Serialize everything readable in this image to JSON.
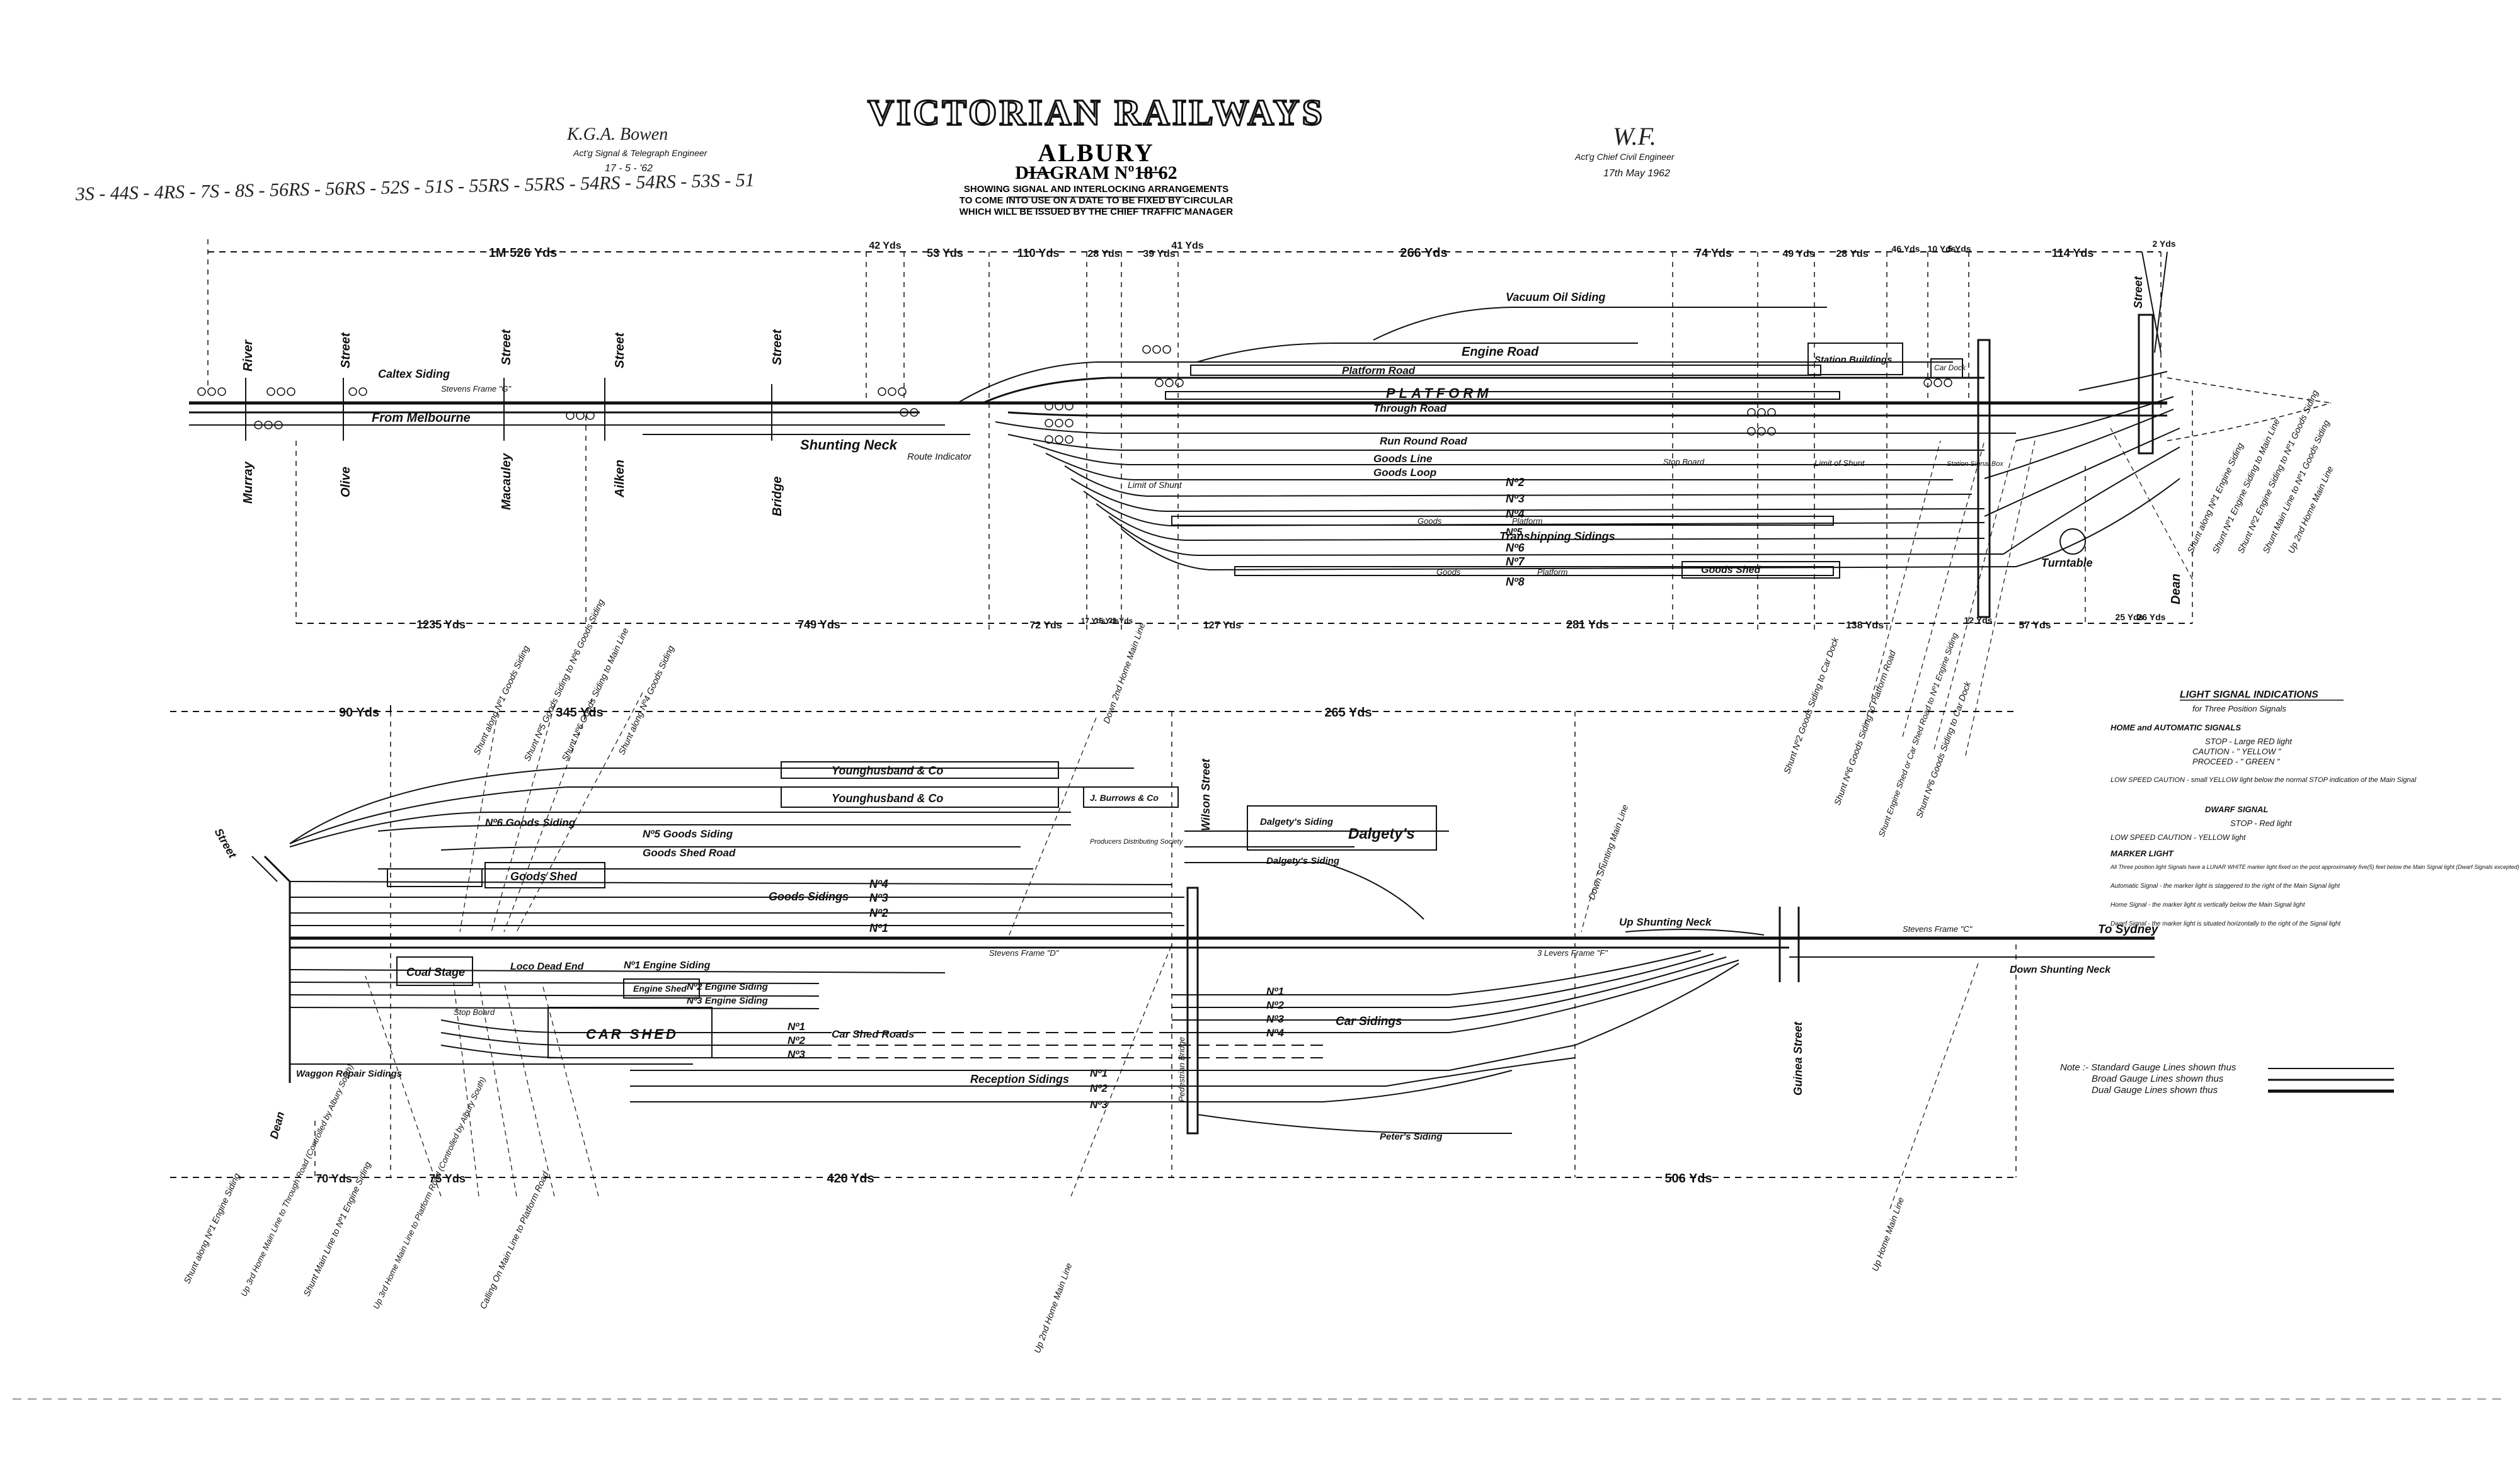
{
  "header": {
    "title": "VICTORIAN RAILWAYS",
    "place": "ALBURY",
    "diagram": "DIAGRAM Nº18'62",
    "sub1": "SHOWING SIGNAL AND INTERLOCKING ARRANGEMENTS",
    "sub2": "TO COME INTO USE ON A DATE TO BE FIXED BY CIRCULAR",
    "sub3": "WHICH WILL BE ISSUED BY THE CHIEF TRAFFIC MANAGER",
    "left_sig": "K.G.A. Bowen",
    "left_role": "Act'g Signal & Telegraph Engineer",
    "left_date": "17 - 5 - '62",
    "right_sig": "W.F.",
    "right_role": "Act'g Chief Civil Engineer",
    "right_date": "17th May 1962",
    "pencil": "3S - 44S - 4RS - 7S - 8S - 56RS - 56RS - 52S - 51S - 55RS - 55RS - 54RS - 54RS - 53S - 51"
  },
  "top": {
    "dims_top": [
      "1M 526 Yds",
      "42 Yds",
      "53 Yds",
      "110 Yds",
      "28 Yds",
      "39 Yds",
      "41 Yds",
      "266 Yds",
      "74 Yds",
      "49 Yds",
      "28 Yds",
      "46 Yds",
      "10 Yds",
      "5 Yds",
      "114 Yds",
      "2 Yds"
    ],
    "dims_bottom": [
      "1235 Yds",
      "749 Yds",
      "72 Yds",
      "17 Yds",
      "15 Yds",
      "21 Yds",
      "127 Yds",
      "281 Yds",
      "138 Yds",
      "12 Yds",
      "57 Yds",
      "25 Yds",
      "26 Yds"
    ],
    "streets": [
      "Murray",
      "River",
      "Olive",
      "Street",
      "Macauley",
      "Street",
      "Ailken",
      "Street",
      "Bridge",
      "Street",
      "Dean",
      "Street"
    ],
    "labels": {
      "caltex": "Caltex Siding",
      "stevens": "Stevens Frame \"G\"",
      "from_melb": "From Melbourne",
      "shunting_neck": "Shunting Neck",
      "route_ind": "Route Indicator",
      "vacuum": "Vacuum Oil Siding",
      "engine_road": "Engine Road",
      "platform_road": "Platform Road",
      "platform": "PLATFORM",
      "through_road": "Through Road",
      "run_round": "Run Round Road",
      "goods_line": "Goods Line",
      "goods_loop": "Goods Loop",
      "limit_shunt": "Limit of Shunt",
      "no2": "Nº2",
      "no3": "Nº3",
      "no4": "Nº4",
      "goods_plat": "Goods",
      "platform2": "Platform",
      "tranship": "Transhipping Sidings",
      "no5": "Nº5",
      "no6": "Nº6",
      "no7": "Nº7",
      "no8": "Nº8",
      "goods2": "Goods",
      "platform3": "Platform",
      "goods_shed": "Goods Shed",
      "station_bldg": "Station Buildings",
      "car_dock": "Car Dock",
      "stop_board": "Stop Board",
      "turntable": "Turntable",
      "station_box": "Station Signal Box",
      "limit_shunt2": "Limit of Shunt"
    }
  },
  "lower": {
    "dims_top": [
      "90 Yds",
      "345 Yds",
      "265 Yds"
    ],
    "dims_bottom": [
      "70 Yds",
      "75 Yds",
      "420 Yds",
      "506 Yds"
    ],
    "labels": {
      "young1": "Younghusband & Co",
      "young2": "Younghusband & Co",
      "burrows": "J. Burrows & Co",
      "producers": "Producers Distributing Society",
      "dalgety_siding": "Dalgety's Siding",
      "dalgety": "Dalgety's",
      "dalgety_siding2": "Dalgety's Siding",
      "no6_goods": "Nº6 Goods Siding",
      "no5_goods": "Nº5 Goods Siding",
      "goods_shed_road": "Goods Shed Road",
      "goods_shed": "Goods Shed",
      "goods_sidings": "Goods Sidings",
      "g_no4": "Nº4",
      "g_no3": "Nº3",
      "g_no2": "Nº2",
      "g_no1": "Nº1",
      "coal_stage": "Coal Stage",
      "loco_dead": "Loco Dead End",
      "eng1": "Nº1 Engine Siding",
      "eng2": "Nº2 Engine Siding",
      "eng3": "Nº3 Engine Siding",
      "engine_shed": "Engine Shed",
      "car_shed": "CAR SHED",
      "stop_board": "Stop Board",
      "waggon": "Waggon Repair Sidings",
      "c_no1": "Nº1",
      "c_no2": "Nº2",
      "c_no3": "Nº3",
      "car_shed_roads": "Car Shed Roads",
      "car_sidings": "Car Sidings",
      "cs_no1": "Nº1",
      "cs_no2": "Nº2",
      "cs_no3": "Nº3",
      "cs_no4": "Nº4",
      "reception": "Reception Sidings",
      "r_no1": "Nº1",
      "r_no2": "Nº2",
      "r_no3": "Nº3",
      "peters": "Peter's Siding",
      "stevens_d": "Stevens Frame \"D\"",
      "levers_frame": "3 Levers Frame \"F\"",
      "up_shunting": "Up Shunting Neck",
      "down_shunting_ml": "Down Shunting Main Line",
      "to_sydney": "To Sydney",
      "stevens_c": "Stevens Frame \"C\"",
      "down_shunting_neck": "Down Shunting Neck",
      "wilson": "Wilson Street",
      "guinea": "Guinea Street",
      "street_l": "Street",
      "dean_l": "Dean",
      "pedestrian": "Pedestrian Bridge",
      "up_main": "Up 2nd Home Main Line",
      "up_home_ml": "Up Home Main Line",
      "down_2nd_home": "Down 2nd Home Main Line"
    },
    "lead_labels": [
      "Shunt along Nº1 Goods Siding",
      "Shunt Nº5 Goods Siding to Nº6 Goods Siding",
      "Shunt Nº6 Goods Siding to Main Line",
      "Shunt along Nº4 Goods Siding",
      "Shunt along Nº1 Engine Siding",
      "Up 3rd Home Main Line to Through Road (Controlled by Albury South)",
      "Shunt Main Line to Nº1 Engine Siding",
      "Up 3rd Home Main Line to Platform Road (Controlled by Albury South)",
      "Calling On Main Line to Platform Road",
      "Shunt Nº2 Goods Siding to Car Dock",
      "Shunt Nº6 Goods Siding to Platform Road",
      "Shunt Engine Shed or Car Shed Road to Nº1 Engine Siding",
      "Shunt Nº6 Goods Siding to Car Dock",
      "Shunt along Nº1 Engine Siding",
      "Shunt Nº1 Engine Siding to Main Line",
      "Shunt Nº2 Engine Siding to Nº1 Goods Siding",
      "Shunt Main Line to Nº1 Goods Siding",
      "Up 2nd Home Main Line"
    ]
  },
  "legend": {
    "title": "LIGHT SIGNAL INDICATIONS",
    "subtitle": "for Three Position Signals",
    "home_auto": "HOME and AUTOMATIC SIGNALS",
    "stop": "STOP - Large RED light",
    "caution": "CAUTION - \" YELLOW \"",
    "proceed": "PROCEED - \" GREEN \"",
    "low_speed": "LOW SPEED CAUTION - small YELLOW light below the normal STOP indication of the Main Signal",
    "dwarf": "DWARF SIGNAL",
    "dwarf_stop": "STOP - Red light",
    "dwarf_low": "LOW SPEED CAUTION - YELLOW light",
    "marker": "MARKER LIGHT",
    "marker_text": "All Three position light Signals have a LUNAR WHITE marker light fixed on the post approximately five(5) feet below the Main Signal light (Dwarf Signals excepted)",
    "auto_sig": "Automatic Signal - the marker light is staggered to the right of the Main Signal light",
    "home_sig": "Home Signal - the marker light is vertically below the Main Signal light",
    "dwarf_sig": "Dwarf Signal - the marker light is situated horizontally to the right of the Signal light",
    "note": "Note :- Standard Gauge Lines shown thus",
    "broad": "Broad Gauge Lines shown thus",
    "dual": "Dual Gauge Lines shown thus"
  }
}
